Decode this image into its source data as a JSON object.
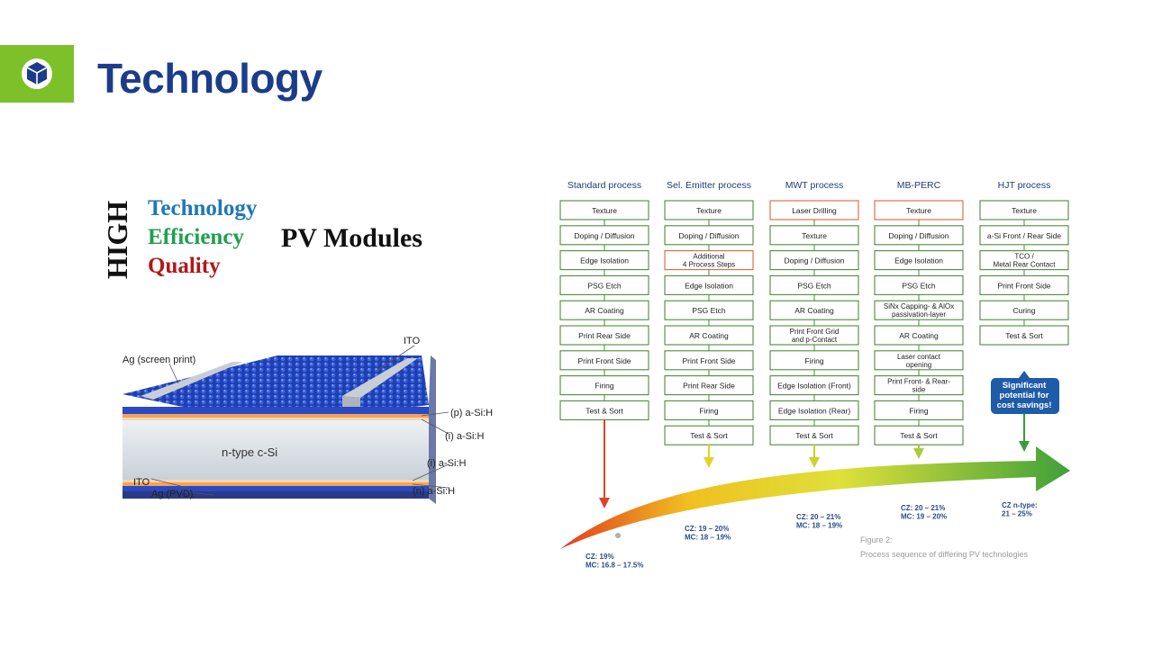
{
  "slide": {
    "title": "Technology"
  },
  "tagline": {
    "high": "HIGH",
    "words": [
      {
        "text": "Technology",
        "color": "#1f78b4"
      },
      {
        "text": "Efficiency",
        "color": "#1fa050"
      },
      {
        "text": "Quality",
        "color": "#b01818"
      }
    ],
    "product": "PV Modules"
  },
  "cell_diagram": {
    "labels": {
      "ag_top": "Ag (screen print)",
      "ito_top": "ITO",
      "p_asi": "(p) a-Si:H",
      "i_asi_top": "(i) a-Si:H",
      "core": "n-type c-Si",
      "i_asi_bottom": "(i) a-Si:H",
      "n_asi": "(n) a-Si:H",
      "ito_bottom": "ITO",
      "ag_bottom": "Ag (PVD)"
    }
  },
  "process_chart": {
    "columns": [
      {
        "title": "Standard process",
        "steps": [
          "Texture",
          "Doping / Diffusion",
          "Edge Isolation",
          "PSG Etch",
          "AR Coating",
          "Print Rear Side",
          "Print Front Side",
          "Firing",
          "Test & Sort"
        ],
        "highlight": []
      },
      {
        "title": "Sel. Emitter process",
        "steps": [
          "Texture",
          "Doping / Diffusion",
          "Additional\n4 Process Steps",
          "Edge Isolation",
          "PSG Etch",
          "AR Coating",
          "Print Front Side",
          "Print Rear Side",
          "Firing",
          "Test & Sort"
        ],
        "highlight": [
          2
        ]
      },
      {
        "title": "MWT process",
        "steps": [
          "Laser Drilling",
          "Texture",
          "Doping / Diffusion",
          "PSG Etch",
          "AR Coating",
          "Print Front Grid\nand p-Contact",
          "Firing",
          "Edge Isolation (Front)",
          "Edge Isolation (Rear)",
          "Test & Sort"
        ],
        "highlight": [
          0
        ]
      },
      {
        "title": "MB-PERC",
        "steps": [
          "Texture",
          "Doping / Diffusion",
          "Edge Isolation",
          "PSG Etch",
          "SiNx Capping- & AlOx\npassivation-layer",
          "AR Coating",
          "Laser contact\nopening",
          "Print Front- & Rear-\nside",
          "Firing",
          "Test & Sort"
        ],
        "highlight": [
          0
        ]
      },
      {
        "title": "HJT process",
        "steps": [
          "Texture",
          "a-Si Front / Rear Side",
          "TCO /\nMetal Rear Contact",
          "Print Front Side",
          "Curing",
          "Test & Sort"
        ],
        "highlight": []
      }
    ],
    "efficiencies": [
      {
        "lines": [
          "CZ: 19%",
          "MC: 16.8 – 17.5%"
        ]
      },
      {
        "lines": [
          "CZ: 19 – 20%",
          "MC: 18 – 19%"
        ]
      },
      {
        "lines": [
          "CZ: 20 – 21%",
          "MC: 18 – 19%"
        ]
      },
      {
        "lines": [
          "CZ: 20 – 21%",
          "MC: 19 – 20%"
        ]
      },
      {
        "lines": [
          "CZ n-type:",
          "21 – 25%"
        ]
      }
    ],
    "callout": [
      "Significant",
      "potential for",
      "cost savings!"
    ],
    "figure_caption": [
      "Figure 2:",
      "Process sequence of differing PV technologies"
    ],
    "colors": {
      "title": "#2b4f9a",
      "header_text": "#1e3c78",
      "box_border": "#4e8a3c",
      "box_highlight_border": "#d9663a",
      "arrows": [
        "#d8452b",
        "#e6d02b",
        "#c8d52b",
        "#a9cd3a",
        "#3c9a3c"
      ],
      "callout_fill": "#1f5ca8"
    }
  }
}
